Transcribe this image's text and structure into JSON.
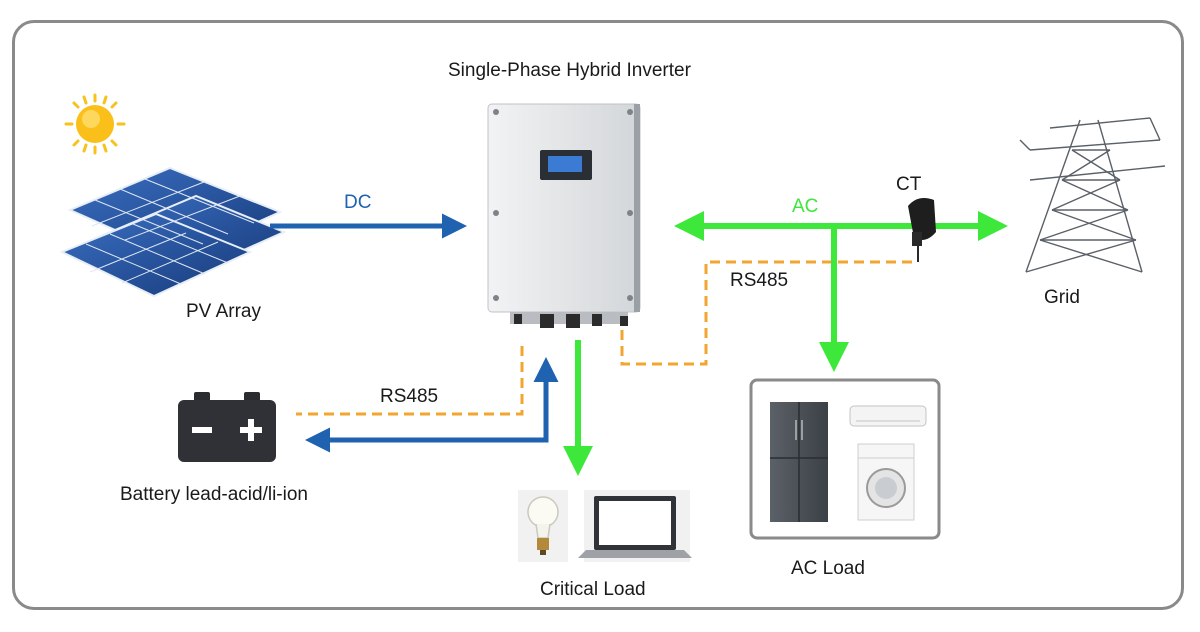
{
  "title": "Single-Phase Hybrid Inverter",
  "nodes": {
    "pv": {
      "label": "PV Array"
    },
    "battery": {
      "label": "Battery lead-acid/li-ion"
    },
    "critical_load": {
      "label": "Critical Load"
    },
    "ac_load": {
      "label": "AC Load"
    },
    "grid": {
      "label": "Grid"
    },
    "ct": {
      "label": "CT"
    }
  },
  "links": {
    "dc": {
      "label": "DC",
      "color": "#1f62b0"
    },
    "ac": {
      "label": "AC",
      "color": "#3ee83a"
    },
    "rs485_battery": {
      "label": "RS485",
      "color": "#f2a531"
    },
    "rs485_grid": {
      "label": "RS485",
      "color": "#f2a531"
    }
  },
  "icons": [
    "sun-icon",
    "solar-panel-icon",
    "inverter-icon",
    "battery-icon",
    "bulb-icon",
    "laptop-icon",
    "refrigerator-icon",
    "air-conditioner-icon",
    "washing-machine-icon",
    "pylon-icon",
    "ct-clamp-icon"
  ]
}
